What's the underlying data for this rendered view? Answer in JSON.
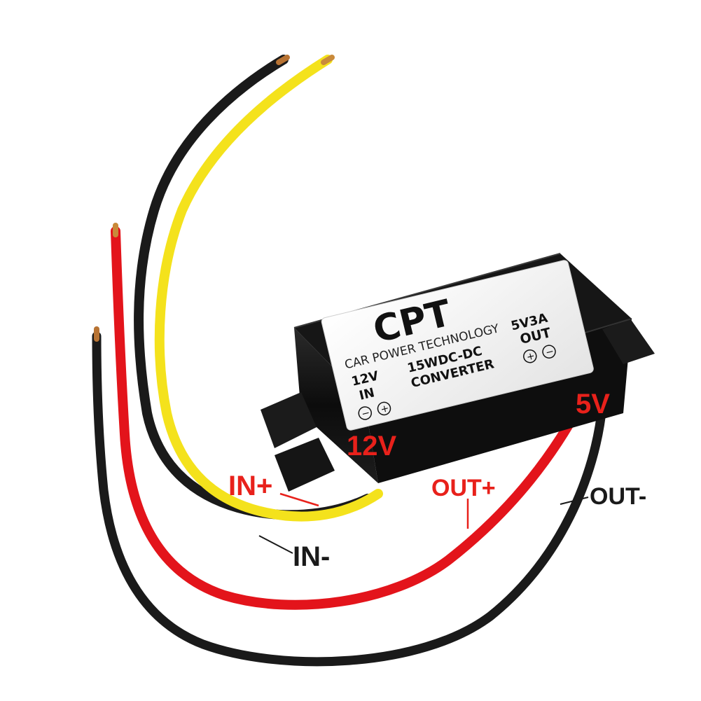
{
  "label_plate": {
    "brand": "CPT",
    "tagline": "CAR POWER TECHNOLOGY",
    "input_voltage": "12V",
    "input_text": "IN",
    "rating": "15WDC-DC",
    "product_type": "CONVERTER",
    "output_rating": "5V3A",
    "output_text": "OUT",
    "minus_sign": "−",
    "plus_sign": "+"
  },
  "callouts": {
    "input_voltage": "12V",
    "output_voltage": "5V",
    "in_plus": "IN+",
    "in_minus": "IN-",
    "out_plus": "OUT+",
    "out_minus": "OUT-"
  },
  "colors": {
    "callout_red": "#e8211b",
    "wire_red": "#e3141b",
    "wire_yellow": "#f4e21c",
    "wire_black": "#1a1a1a",
    "housing": "#111111",
    "plate": "#f2f2f2"
  }
}
